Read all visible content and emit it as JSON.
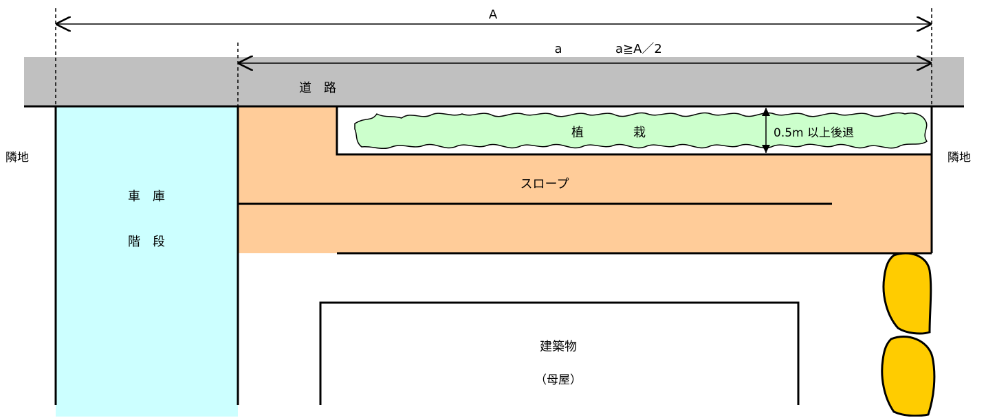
{
  "dimensions": {
    "overall_label": "A",
    "partial_label": "a",
    "condition_label": "a≧A／2"
  },
  "labels": {
    "road": "道　路",
    "neighbor_left": "隣地",
    "neighbor_right": "隣地",
    "garage_line1": "車　庫",
    "garage_line2": "階　段",
    "planting": "植　　　　栽",
    "setback": "0.5m 以上後退",
    "slope": "スロープ",
    "building_line1": "建築物",
    "building_line2": "（母屋）"
  },
  "colors": {
    "road": "#c0c0c0",
    "garage": "#ccffff",
    "slope": "#ffcc99",
    "planting": "#ccffcc",
    "stones": "#ffcc00",
    "line": "#000000"
  }
}
